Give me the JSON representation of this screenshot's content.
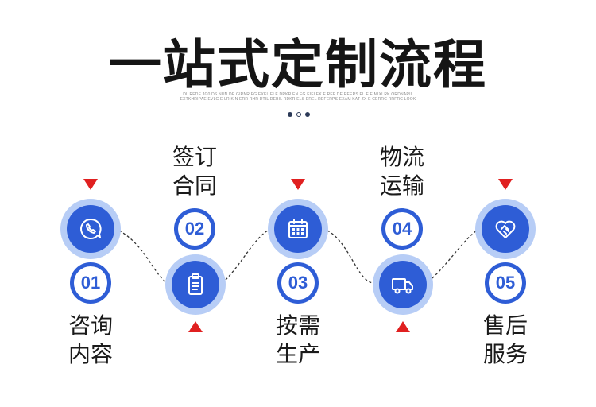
{
  "title": "一站式定制流程",
  "subtitle": "DL REDE JG0 DS NUN DE GIRNR EG EXEL ELE DRKR EN EG EIFI EK E REF DE REERS EL E E MIXI RK ORDNARIL EXTKHRIPAE EVLC E LR KIN ERR RHR DTIL DEBIL RDKR ELS EREL REFERPS EXAM KAT ZX E CERRC RRFRC LOOK",
  "colors": {
    "accent_blue": "#2e5dd6",
    "light_blue": "#b7cdf6",
    "marker_red": "#e02020"
  },
  "steps": [
    {
      "number": "01",
      "label_line1": "咨询",
      "label_line2": "内容",
      "icon": "phone-chat-icon"
    },
    {
      "number": "02",
      "label_line1": "签订",
      "label_line2": "合同",
      "icon": "clipboard-icon"
    },
    {
      "number": "03",
      "label_line1": "按需",
      "label_line2": "生产",
      "icon": "calendar-icon"
    },
    {
      "number": "04",
      "label_line1": "物流",
      "label_line2": "运输",
      "icon": "truck-icon"
    },
    {
      "number": "05",
      "label_line1": "售后",
      "label_line2": "服务",
      "icon": "handshake-heart-icon"
    }
  ]
}
